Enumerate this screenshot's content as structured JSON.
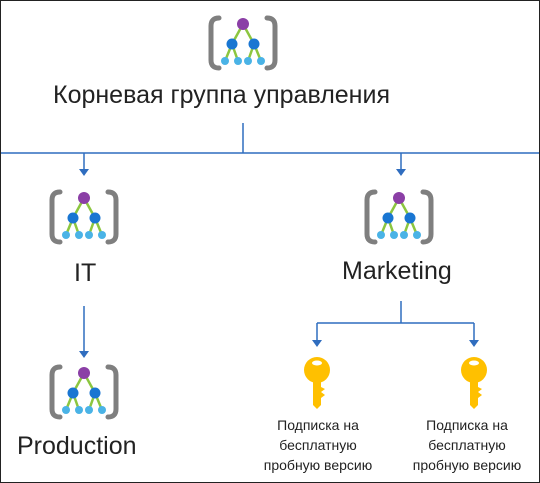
{
  "colors": {
    "line": "#2f6dbf",
    "bracket": "#7f7f7f",
    "top_node": "#8b3fa6",
    "mid_node": "#1976d2",
    "leaf_node": "#4ab3e6",
    "branch": "#8cc63f",
    "key": "#ffc000"
  },
  "root": {
    "label": "Корневая группа управления"
  },
  "groups": [
    {
      "label": "IT"
    },
    {
      "label": "Marketing"
    },
    {
      "label": "Production"
    }
  ],
  "subscriptions": [
    {
      "line1": "Подписка на",
      "line2": "бесплатную",
      "line3": "пробную версию"
    },
    {
      "line1": "Подписка на",
      "line2": "бесплатную",
      "line3": "пробную версию"
    }
  ]
}
